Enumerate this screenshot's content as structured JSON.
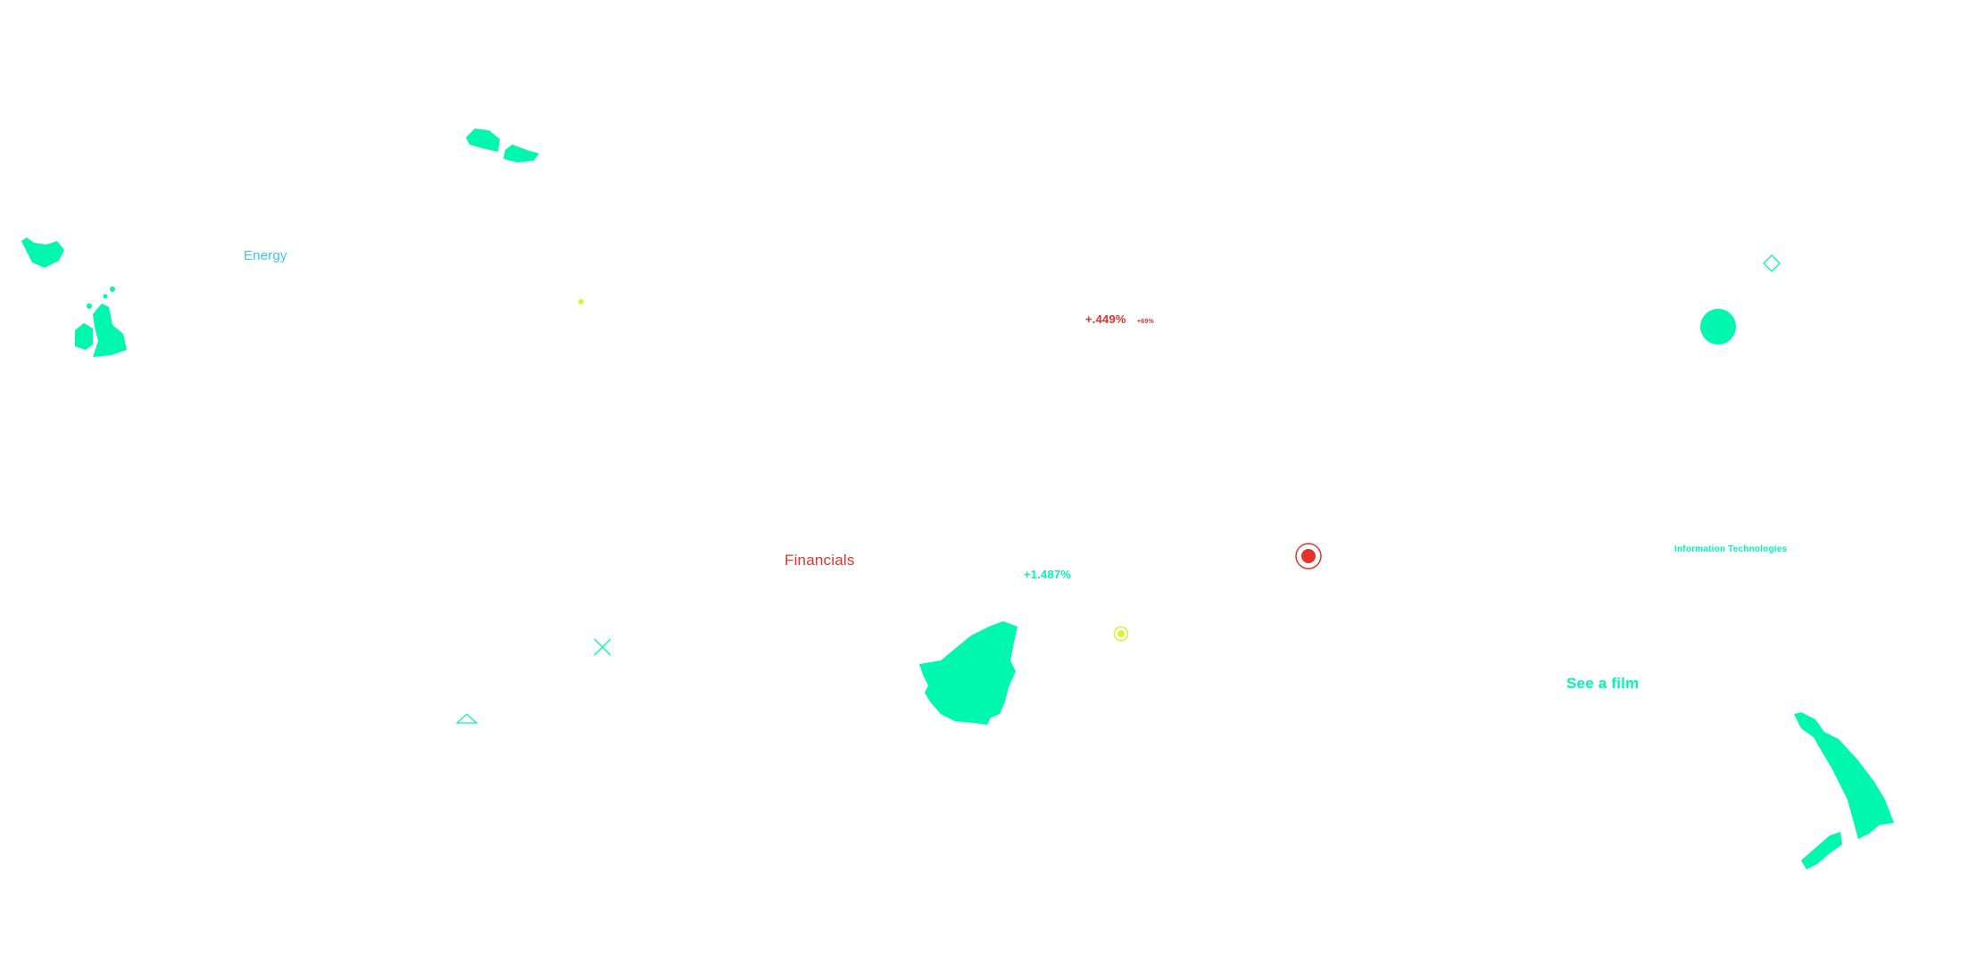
{
  "labels": {
    "energy": "Energy",
    "financials": "Financials",
    "information_technologies": "Information Technologies",
    "see_a_film": "See a film"
  },
  "percentages": {
    "primary_red": "+.449%",
    "secondary_red": "+69%",
    "green": "+1.487%"
  },
  "colors": {
    "land": "#00f7b0",
    "energy_label": "#3cc4f5",
    "red_accent": "#e5322b",
    "green_accent": "#00f7b0",
    "yellow_accent": "#ddf035",
    "background": "#ffffff"
  },
  "icons": [
    "yellow-dot-icon",
    "x-cross-icon",
    "triangle-outline-icon",
    "target-dot-icon",
    "record-target-icon",
    "diamond-outline-icon",
    "filled-circle-icon"
  ]
}
